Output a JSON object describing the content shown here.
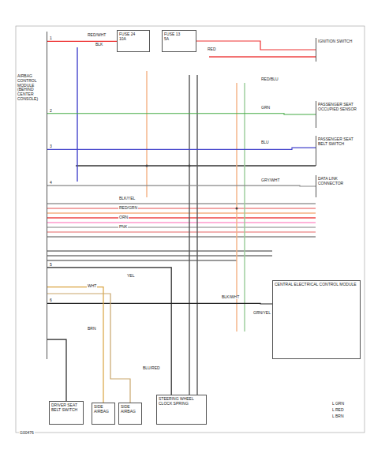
{
  "diagram": {
    "nodes": [
      {
        "text": [
          "AIRBAG CONTROL MODULE",
          "(BEHIND CENTER CONSOLE)"
        ]
      },
      {
        "text": [
          "FUSE 24",
          "10A"
        ]
      },
      {
        "text": [
          "FUSE 13",
          "5A"
        ]
      },
      {
        "text": [
          "IGNITION SWITCH"
        ]
      },
      {
        "text": [
          "PASSENGER SEAT OCCUPIED SENSOR"
        ]
      },
      {
        "text": [
          "PASSENGER SEAT BELT SWITCH"
        ]
      },
      {
        "text": [
          "DATA LINK CONNECTOR"
        ]
      },
      {
        "text": [
          "CENTRAL ELECTRICAL CONTROL MODULE"
        ]
      },
      {
        "text": [
          "STEERING WHEEL CLOCK SPRING"
        ]
      },
      {
        "text": [
          "SIDE AIRBAG"
        ]
      },
      {
        "text": [
          "SIDE AIRBAG"
        ]
      },
      {
        "text": [
          "DRIVER SEAT BELT SWITCH"
        ]
      }
    ],
    "edges": [
      {
        "from": 1,
        "to": 0,
        "arrow": "none"
      },
      {
        "from": 2,
        "to": 3,
        "arrow": "none"
      },
      {
        "from": 4,
        "to": 0,
        "arrow": "none"
      },
      {
        "from": 5,
        "to": 0,
        "arrow": "none"
      },
      {
        "from": 6,
        "to": 0,
        "arrow": "none"
      },
      {
        "from": 7,
        "to": 0,
        "arrow": "none"
      },
      {
        "from": 8,
        "to": 0,
        "arrow": "none"
      },
      {
        "from": 9,
        "to": 0,
        "arrow": "none"
      },
      {
        "from": 10,
        "to": 0,
        "arrow": "none"
      },
      {
        "from": 11,
        "to": 0,
        "arrow": "none"
      }
    ],
    "labels": [
      "RED/WHT",
      "BLK",
      "RED",
      "RED/BLU",
      "GRN",
      "BLU",
      "GRY/WHT",
      "BLK/YEL",
      "RED/GRN",
      "ORN",
      "PNK",
      "YEL",
      "WHT",
      "BRN",
      "BLK/WHT",
      "GRN/YEL",
      "BLU/RED",
      "1",
      "2",
      "3",
      "4",
      "5",
      "6",
      "L GRN",
      "L RED",
      "L BRN",
      "G00476"
    ]
  }
}
